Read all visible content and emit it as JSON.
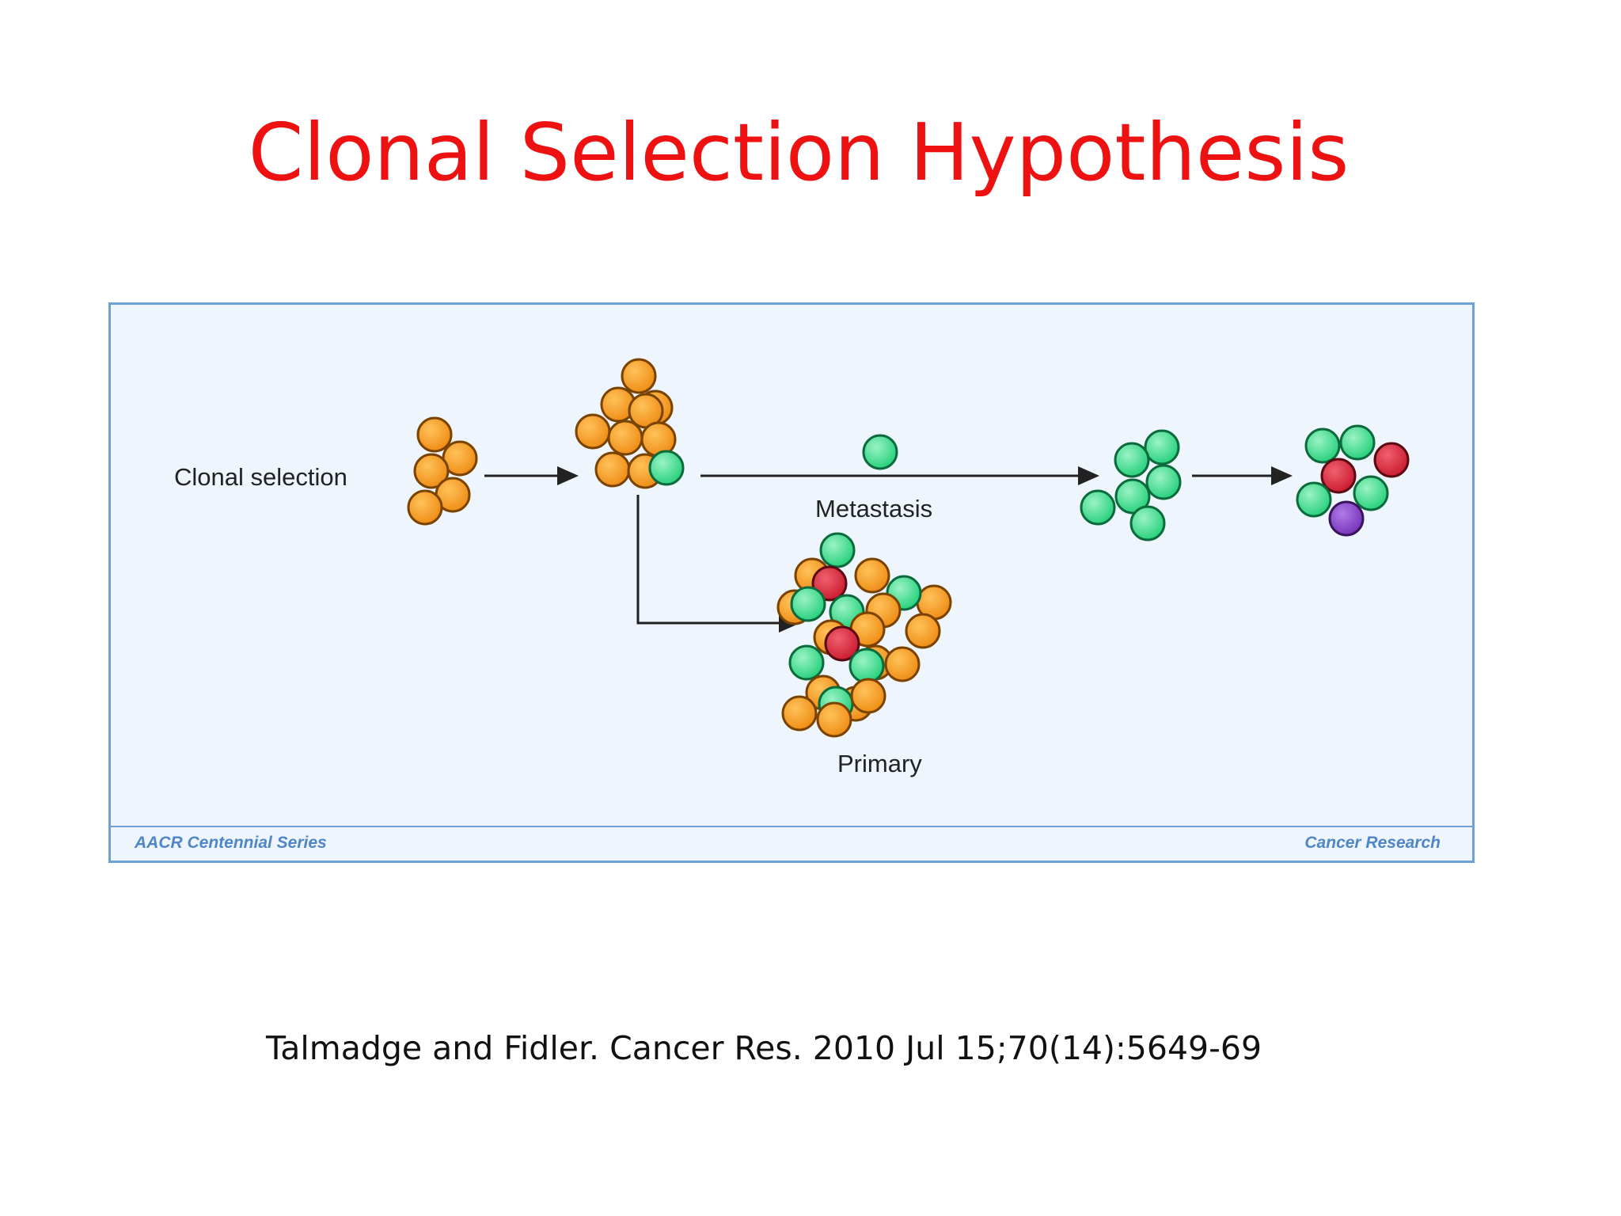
{
  "slide": {
    "title": "Clonal Selection Hypothesis",
    "citation": "Talmadge and Fidler. Cancer Res. 2010 Jul 15;70(14):5649-69"
  },
  "figure": {
    "labels": {
      "clonal_selection": "Clonal selection",
      "metastasis": "Metastasis",
      "primary": "Primary"
    },
    "footer_left": "AACR Centennial Series",
    "footer_right": "Cancer Research"
  },
  "colors": {
    "title": "#ee1111",
    "orange_cell": "#f39a24",
    "green_cell": "#3ed98f",
    "red_cell": "#d8243a",
    "purple_cell": "#8a44c8",
    "frame": "#6fa0d8",
    "frame_bg": "#eef5fc"
  },
  "icons": [
    "orange-cell-icon",
    "green-cell-icon",
    "red-cell-icon",
    "purple-cell-icon",
    "arrow-icon"
  ]
}
